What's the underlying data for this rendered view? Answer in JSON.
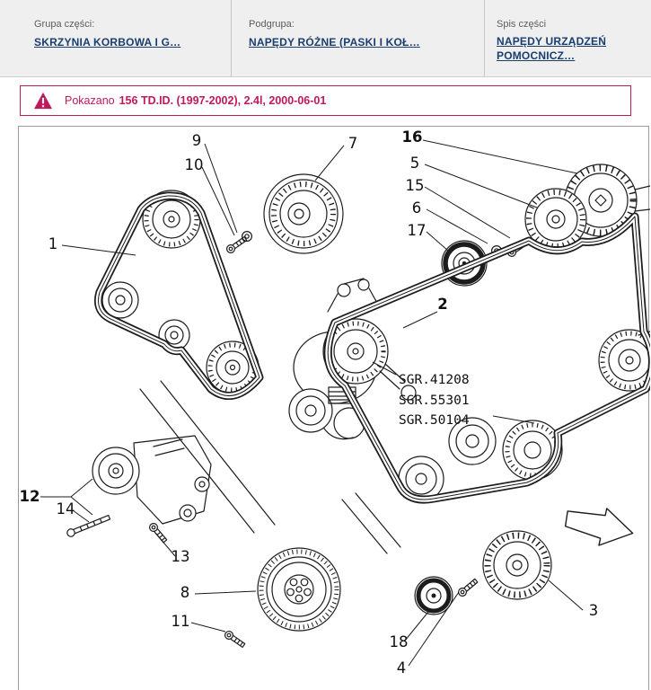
{
  "header": {
    "grupa": {
      "label": "Grupa części:",
      "link": "SKRZYNIA KORBOWA I G…"
    },
    "podgrupa": {
      "label": "Podgrupa:",
      "link": "NAPĘDY RÓŻNE (PASKI I KOŁ…"
    },
    "spis": {
      "label": "Spis części",
      "link": "NAPĘDY URZĄDZEŃ POMOCNICZ…"
    }
  },
  "warning": {
    "icon": "warning-triangle-icon",
    "prefix": "Pokazano",
    "detail": "156 TD.ID. (1997-2002), 2.4l, 2000-06-01"
  },
  "diagram": {
    "callouts": [
      "1",
      "2",
      "3",
      "4",
      "5",
      "6",
      "7",
      "8",
      "9",
      "10",
      "11",
      "12",
      "13",
      "14",
      "15",
      "16",
      "17",
      "18"
    ],
    "sgr_labels": [
      "SGR.41208",
      "SGR.55301",
      "SGR.50104"
    ],
    "arrow_icon": "direction-arrow-icon"
  },
  "theme": {
    "accent": "#c2185b",
    "link": "#1a3e6e",
    "header_bg": "#efefef",
    "line": "#1c1c1c"
  }
}
